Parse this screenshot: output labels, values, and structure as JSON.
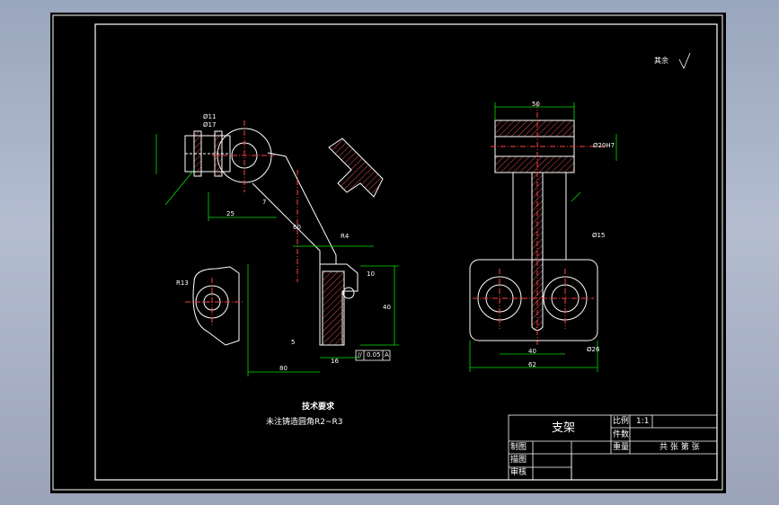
{
  "colors": {
    "background": "#000000",
    "frame": "#ffffff",
    "dimension": "#00e000",
    "hatch": "#e05050",
    "center_line": "#ff4040"
  },
  "surface_finish": {
    "label": "其余"
  },
  "notes": {
    "title": "技术要求",
    "body": "未注铸造圆角R2~R3"
  },
  "dimensions": {
    "left_view": [
      "Ø11",
      "Ø17",
      "7",
      "25",
      "80",
      "60",
      "R4",
      "10",
      "40",
      "16",
      "5",
      "R13"
    ],
    "right_view": [
      "50",
      "Ø20H7",
      "Ø15",
      "Ø26",
      "40",
      "62"
    ]
  },
  "tolerance_frame": {
    "symbol": "//",
    "value": "0.05",
    "datum": "A"
  },
  "title_block": {
    "part_name": "支架",
    "scale_label": "比例",
    "scale_value": "1:1",
    "qty_label": "件数",
    "weight_label": "重量",
    "sheets_text": "共 张 第 张",
    "drawn_label": "制图",
    "drafted_label": "描图",
    "checked_label": "审核"
  }
}
